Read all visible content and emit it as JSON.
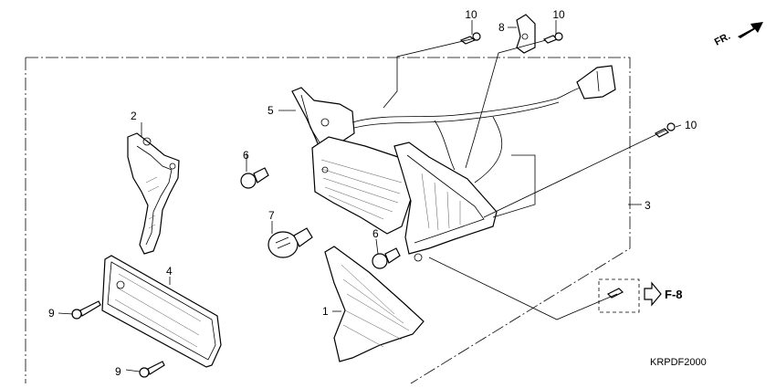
{
  "callouts": {
    "c1": "1",
    "c2": "2",
    "c3": "3",
    "c4": "4",
    "c5": "5",
    "c6a": "6",
    "c6b": "6",
    "c7": "7",
    "c8": "8",
    "c9a": "9",
    "c9b": "9",
    "c10a": "10",
    "c10b": "10",
    "c10c": "10"
  },
  "front_indicator": "FR.",
  "reference": "F-8",
  "part_code": "KRPDF2000"
}
